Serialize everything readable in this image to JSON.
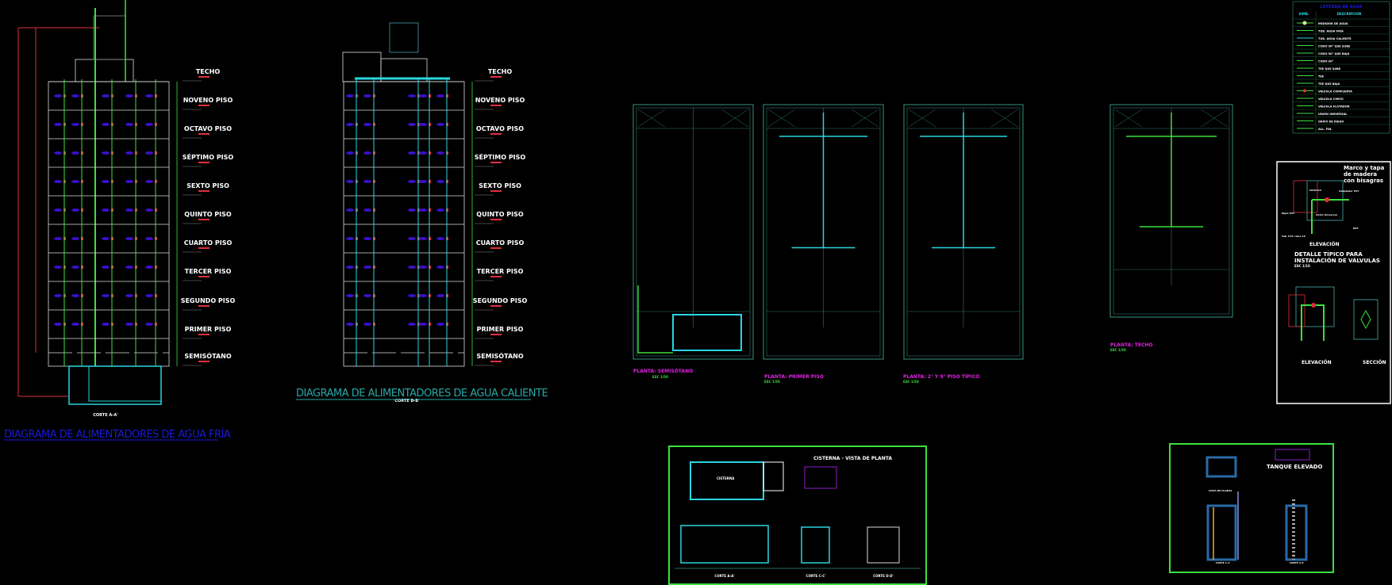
{
  "colors": {
    "background": "#000000",
    "wall": "#2d7a6a",
    "cold_pipe": "#3ce03c",
    "hot_pipe": "#29d6e0",
    "dimension": "#e0303a",
    "fixture": "#3a10c8",
    "label_magenta": "#e020e0",
    "title_cold": "#1a1ad8",
    "title_hot": "#2aa6a6"
  },
  "cold_diagram": {
    "title": "DIAGRAMA DE ALIMENTADORES DE AGUA FRÍA",
    "section_label": "CORTE A-A'",
    "floors": [
      "TECHO",
      "NOVENO PISO",
      "OCTAVO PISO",
      "SÉPTIMO PISO",
      "SEXTO PISO",
      "QUINTO PISO",
      "CUARTO PISO",
      "TERCER PISO",
      "SEGUNDO PISO",
      "PRIMER PISO",
      "SEMISÓTANO"
    ]
  },
  "hot_diagram": {
    "title": "DIAGRAMA DE ALIMENTADORES DE AGUA CALIENTE",
    "section_label": "CORTE B-B'",
    "floors": [
      "TECHO",
      "NOVENO PISO",
      "OCTAVO PISO",
      "SÉPTIMO PISO",
      "SEXTO PISO",
      "QUINTO PISO",
      "CUARTO PISO",
      "TERCER PISO",
      "SEGUNDO PISO",
      "PRIMER PISO",
      "SEMISÓTANO"
    ]
  },
  "plans": [
    {
      "title": "PLANTA: SEMISÓTANO",
      "scale": "ESC 1/50"
    },
    {
      "title": "PLANTA: PRIMER PISO",
      "scale": "ESC 1/50"
    },
    {
      "title": "PLANTA: 2° Y 9° PISO TÍPICO",
      "scale": "ESC 1/50"
    },
    {
      "title": "PLANTA: TECHO",
      "scale": "ESC 1/50"
    }
  ],
  "legend": {
    "title": "LEYENDA DE AGUA",
    "col_symbol": "SIMB.",
    "col_description": "DESCRIPCIÓN",
    "items": [
      "MEDIDOR DE AGUA",
      "TUB. AGUA FRÍA",
      "TUB. AGUA CALIENTE",
      "CODO 90° QUE SUBE",
      "CODO 90° QUE BAJA",
      "CODO 90°",
      "TEE QUE SUBE",
      "TEE",
      "TEE QUE BAJA",
      "VÁLVULA COMPUERTA",
      "VÁLVULA CHECK",
      "VÁLVULA FLOTADOR",
      "UNIÓN UNIVERSAL",
      "GRIFO DE RIEGO",
      "ALL. FIN."
    ]
  },
  "valve_detail": {
    "title_line1": "DETALLE TÍPICO PARA",
    "title_line2": "INSTALACIÓN DE VÁLVULAS",
    "scale": "ESC 1/10",
    "elevation_label": "ELEVACIÓN",
    "section_label": "SECCIÓN",
    "notes": [
      "VÁLVULA",
      "Unión Universal",
      "Niple PVC",
      "Adaptador PVC",
      "Tub. PVC clase 10",
      "NPT",
      "Marco y tapa de madera con bisagras"
    ]
  },
  "cistern": {
    "title": "CISTERNA - VISTA DE PLANTA",
    "room_label": "CISTERNA",
    "section_labels": [
      "CORTE A-A'",
      "CORTE C-C'",
      "CORTE D-D'"
    ]
  },
  "tank": {
    "title": "TANQUE ELEVADO",
    "plan_label": "VISTA DE PLANTA",
    "section_labels": [
      "CORTE 1-1'",
      "CORTE 2-2'"
    ]
  }
}
